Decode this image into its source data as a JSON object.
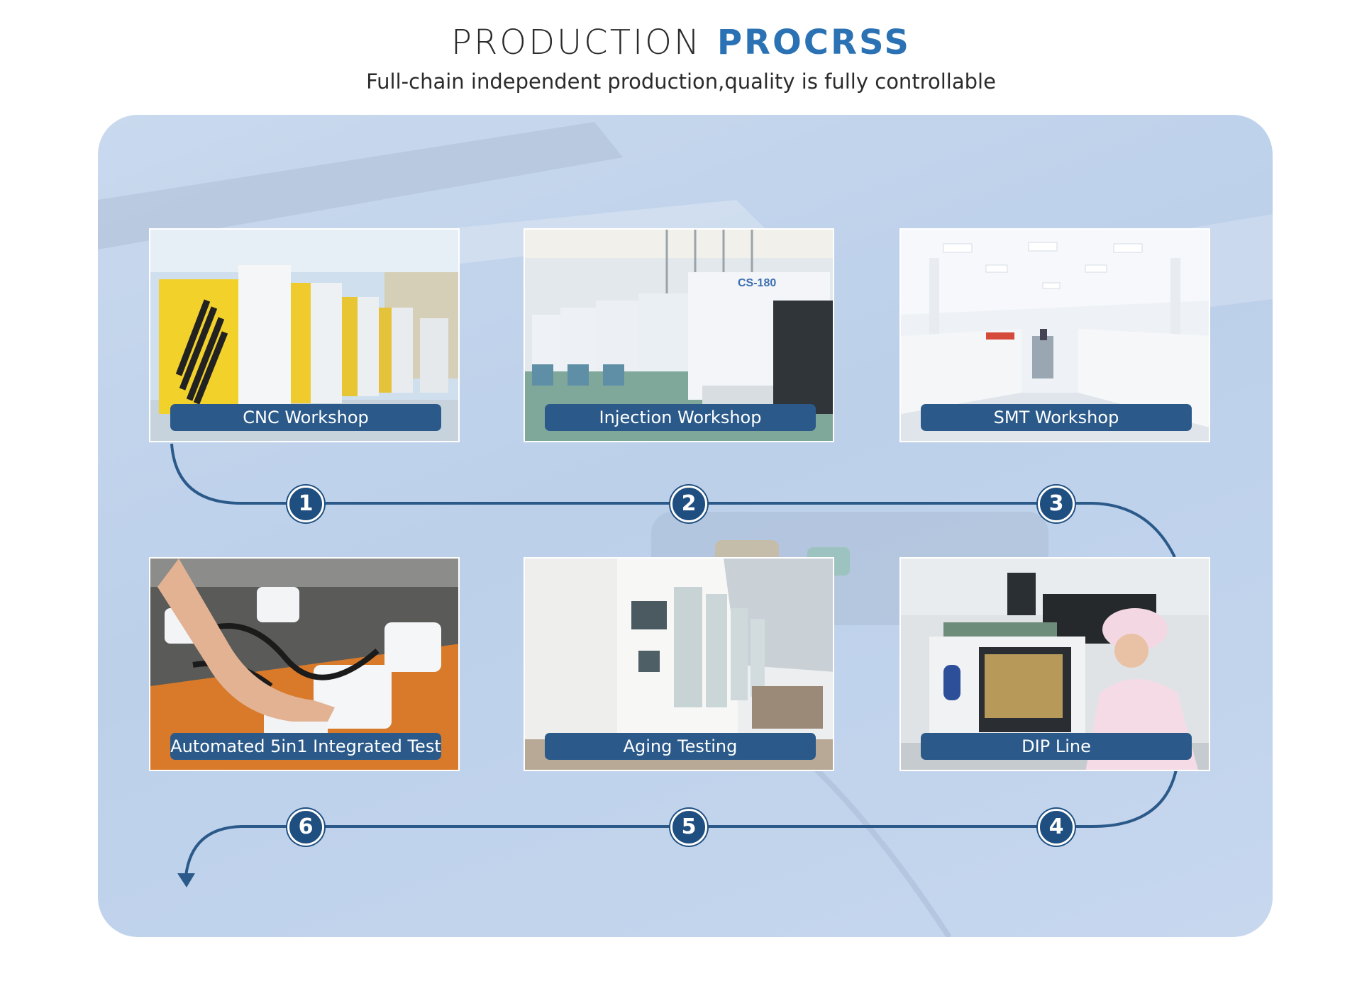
{
  "header": {
    "title_light": "PRODUCTION",
    "title_bold": "PROCRSS",
    "subtitle": "Full-chain independent production,quality is fully controllable"
  },
  "steps": [
    {
      "number": "1",
      "label": "CNC Workshop"
    },
    {
      "number": "2",
      "label": "Injection Workshop"
    },
    {
      "number": "3",
      "label": "SMT Workshop"
    },
    {
      "number": "4",
      "label": "DIP Line"
    },
    {
      "number": "5",
      "label": "Aging Testing"
    },
    {
      "number": "6",
      "label": "Automated 5in1 Integrated Test"
    }
  ],
  "photo_text": {
    "machine_model": "CS-180"
  },
  "colors": {
    "accent": "#2a72b4",
    "flow_line": "#2b5a8a",
    "label_bg": "#2b5a8a",
    "panel_bg": "#c6d7ee"
  }
}
